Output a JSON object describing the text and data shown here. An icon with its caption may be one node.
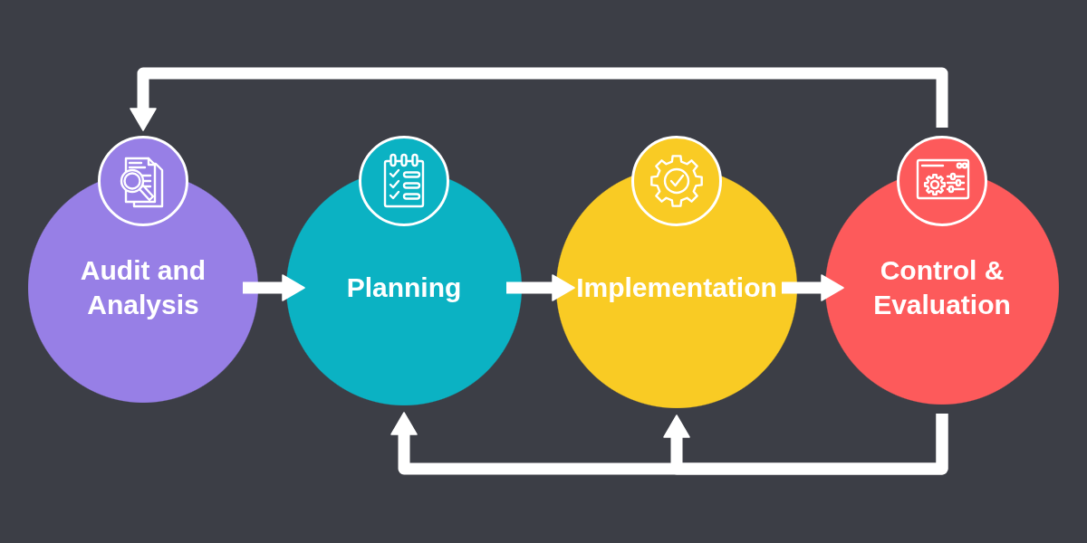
{
  "diagram": {
    "nodes": [
      {
        "text": [
          "Audit and Analysis"
        ]
      },
      {
        "text": [
          "Planning"
        ]
      },
      {
        "text": [
          "Implementation"
        ]
      },
      {
        "text": [
          "Control & Evaluation"
        ]
      }
    ],
    "edges": [
      {
        "from": 0,
        "to": 1,
        "arrow": "to"
      },
      {
        "from": 1,
        "to": 2,
        "arrow": "to"
      },
      {
        "from": 2,
        "to": 3,
        "arrow": "to"
      },
      {
        "from": 3,
        "to": 0,
        "arrow": "to"
      },
      {
        "from": 3,
        "to": 1,
        "arrow": "to"
      },
      {
        "from": 3,
        "to": 2,
        "arrow": "to"
      }
    ]
  }
}
